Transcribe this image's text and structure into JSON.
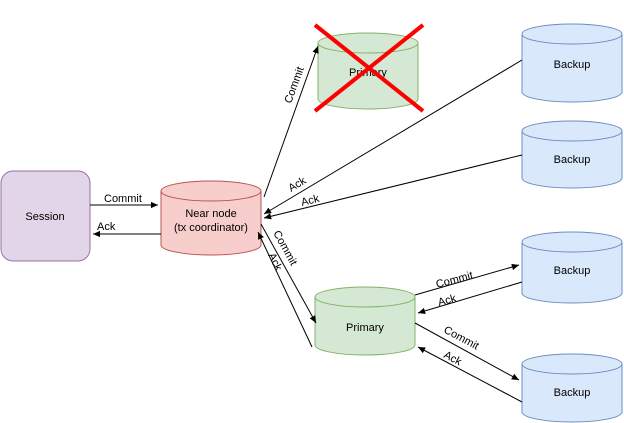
{
  "colors": {
    "session_fill": "#e1d5e7",
    "session_stroke": "#9673a6",
    "near_fill": "#f8cecc",
    "near_stroke": "#b85450",
    "primary_fill": "#d5e8d4",
    "primary_stroke": "#82b366",
    "backup_fill": "#dae8fc",
    "backup_stroke": "#6c8ebf",
    "cross": "#ff0000",
    "edge": "#000000"
  },
  "nodes": {
    "session": {
      "label": "Session"
    },
    "near_node": {
      "line1": "Near node",
      "line2": "(tx coordinator)"
    },
    "failed_primary": {
      "label": "Primary"
    },
    "primary": {
      "label": "Primary"
    },
    "backup_1": {
      "label": "Backup"
    },
    "backup_2": {
      "label": "Backup"
    },
    "backup_3": {
      "label": "Backup"
    },
    "backup_4": {
      "label": "Backup"
    }
  },
  "edges": {
    "session_commit": "Commit",
    "session_ack": "Ack",
    "near_failed_commit": "Commit",
    "backup1_ack": "Ack",
    "backup2_ack": "Ack",
    "near_primary_commit": "Commit",
    "primary_near_ack": "Ack",
    "primary_backup3_commit": "Commit",
    "backup3_primary_ack": "Ack",
    "primary_backup4_commit": "Commit",
    "backup4_primary_ack": "Ack"
  }
}
